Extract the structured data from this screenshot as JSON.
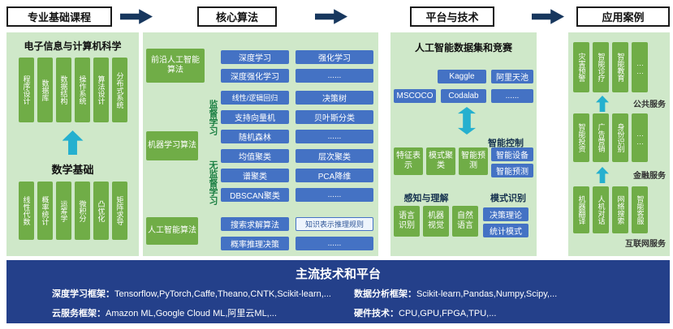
{
  "header": {
    "steps": [
      "专业基础课程",
      "核心算法",
      "平台与技术",
      "应用案例"
    ]
  },
  "col1": {
    "title": "电子信息与计算机科学",
    "top_boxes": [
      "程序设计",
      "数据库",
      "数据结构",
      "操作系统",
      "算法设计",
      "分布式系统"
    ],
    "math_label": "数学基础",
    "bottom_boxes": [
      "线性代数",
      "概率统计",
      "运筹学",
      "微积分",
      "凸优化",
      "矩阵求导"
    ]
  },
  "col2": {
    "frontier_box": "前沿人工智能算法",
    "ml_box": "机器学习算法",
    "ai_box": "人工智能算法",
    "supervised_label": "监督学习",
    "unsupervised_label": "无监督学习",
    "frontier_rows": [
      [
        "深度学习",
        "强化学习"
      ],
      [
        "深度强化学习",
        "......"
      ]
    ],
    "supervised_rows": [
      [
        "线性/逻辑回归",
        "决策树"
      ],
      [
        "支持向量机",
        "贝叶斯分类"
      ],
      [
        "随机森林",
        "......"
      ]
    ],
    "unsupervised_rows": [
      [
        "均值聚类",
        "层次聚类"
      ],
      [
        "谱聚类",
        "PCA降维"
      ],
      [
        "DBSCAN聚类",
        "......"
      ]
    ],
    "ai_rows": [
      [
        "搜索求解算法",
        "知识表示推理规则"
      ],
      [
        "概率推理决策",
        "......"
      ]
    ]
  },
  "col3": {
    "title": "人工智能数据集和竞赛",
    "dataset_row1": [
      "Kaggle",
      "阿里天池"
    ],
    "dataset_row2": [
      "MSCOCO",
      "Codalab",
      "......"
    ],
    "control_label": "智能控制",
    "feature_boxes": [
      "特征表示",
      "模式聚类",
      "智能预测"
    ],
    "control_boxes": [
      "智能设备",
      "智能预测"
    ],
    "perception_label": "感知与理解",
    "pattern_label": "模式识别",
    "perception_boxes": [
      "语言识别",
      "机器视觉",
      "自然语言"
    ],
    "pattern_boxes": [
      "决策理论",
      "统计模式"
    ]
  },
  "col4": {
    "rows": [
      {
        "boxes": [
          "灾害预警",
          "智能诊疗",
          "智能教育"
        ],
        "dots": "……",
        "label": "公共服务"
      },
      {
        "boxes": [
          "智能投资",
          "广告营销",
          "身份识别"
        ],
        "dots": "……",
        "label": "金融服务"
      },
      {
        "boxes": [
          "机器翻译",
          "人机对话",
          "网络搜索",
          "智能客服"
        ],
        "label": "互联网服务"
      }
    ]
  },
  "bottom": {
    "title": "主流技术和平台",
    "items": [
      {
        "label": "深度学习框架：",
        "value": "Tensorflow,PyTorch,Caffe,Theano,CNTK,Scikit-learn,..."
      },
      {
        "label": "数据分析框架：",
        "value": "Scikit-learn,Pandas,Numpy,Scipy,..."
      },
      {
        "label": "云服务框架：",
        "value": "Amazon ML,Google Cloud ML,阿里云ML,..."
      },
      {
        "label": "硬件技术：",
        "value": "CPU,GPU,FPGA,TPU,..."
      }
    ]
  },
  "colors": {
    "panel_green": "#cfe8c9",
    "green_box": "#70ad47",
    "blue_box": "#4472c4",
    "teal_arrow": "#25b0cf",
    "header_arrow": "#17375e",
    "bottom_panel": "#24408a"
  }
}
